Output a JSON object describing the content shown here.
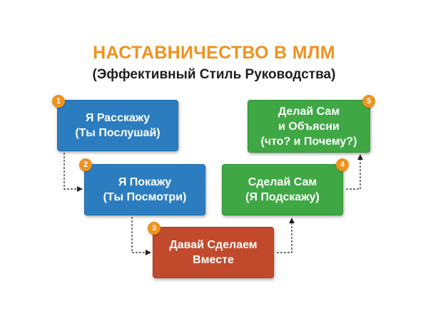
{
  "title": "НАСТАВНИЧЕСТВО В МЛМ",
  "subtitle": "(Эффективный Стиль Руководства)",
  "colors": {
    "title": "#f0921e",
    "badge": "#f0921e",
    "blue": "#2b7dc0",
    "green": "#3fa845",
    "red": "#c24a2c"
  },
  "steps": [
    {
      "number": "1",
      "lines": [
        "Я Расскажу",
        "(Ты Послушай)"
      ]
    },
    {
      "number": "2",
      "lines": [
        "Я Покажу",
        "(Ты Посмотри)"
      ]
    },
    {
      "number": "3",
      "lines": [
        "Давай Сделаем",
        "Вместе"
      ]
    },
    {
      "number": "4",
      "lines": [
        "Сделай Сам",
        "(Я Подскажу)"
      ]
    },
    {
      "number": "5",
      "lines": [
        "Делай Сам",
        "и Объясни",
        "(что? и Почему?)"
      ]
    }
  ]
}
